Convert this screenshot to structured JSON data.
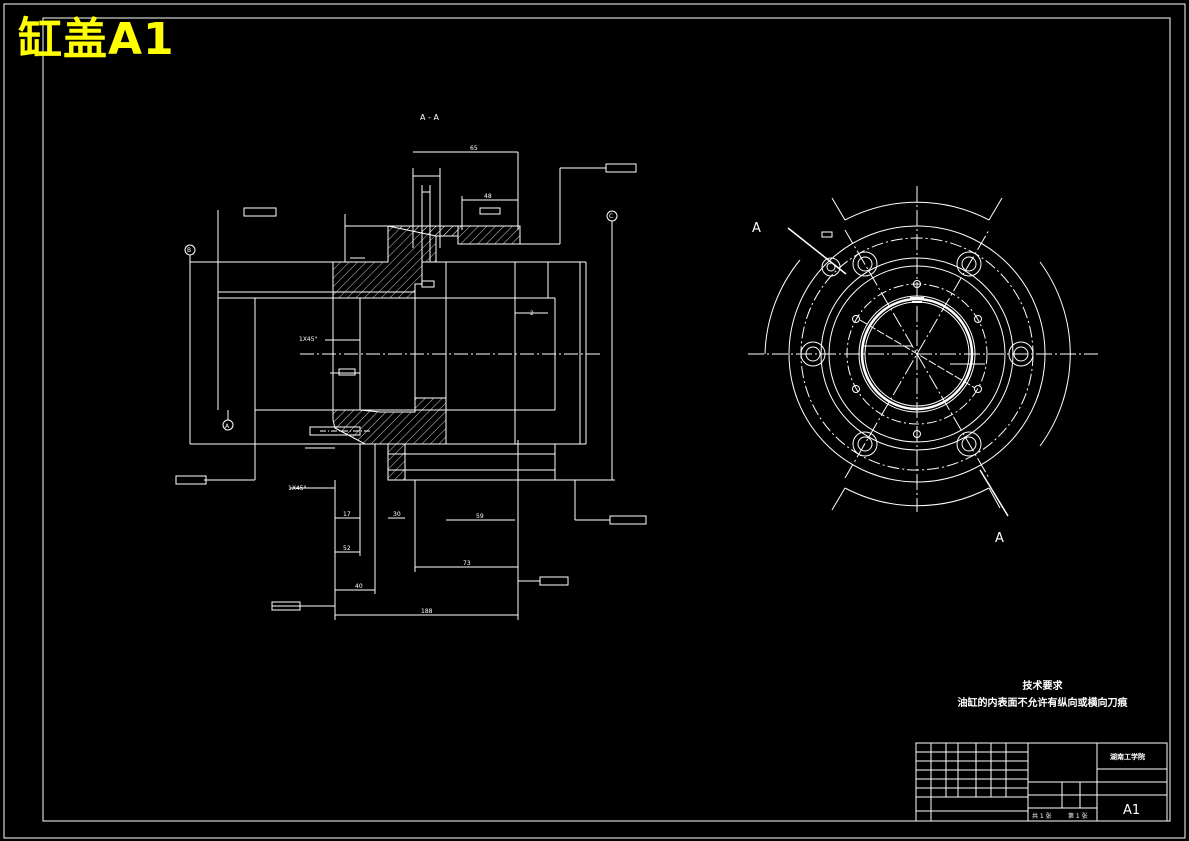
{
  "header": {
    "title": "缸盖A1"
  },
  "section_view": {
    "label": "A - A"
  },
  "cut_labels": {
    "top": "A",
    "bottom": "A"
  },
  "datum_labels": {
    "b": "B",
    "a": "A",
    "c": "C"
  },
  "dimensions": {
    "d65": "65",
    "d48": "48",
    "d17": "17",
    "d52": "52",
    "d40": "40",
    "d73": "73",
    "d188": "188",
    "d30": "30",
    "d59": "59",
    "d2": "2",
    "chamfer1": "1X45°",
    "chamfer2": "1X45°"
  },
  "tech_requirements": {
    "heading": "技术要求",
    "line1": "油缸的内表面不允许有纵向或横向刀痕"
  },
  "title_block": {
    "school": "湖南工学院",
    "part_no": "A1",
    "sheet_total": "共 1 张",
    "sheet_no": "第 1 张"
  }
}
